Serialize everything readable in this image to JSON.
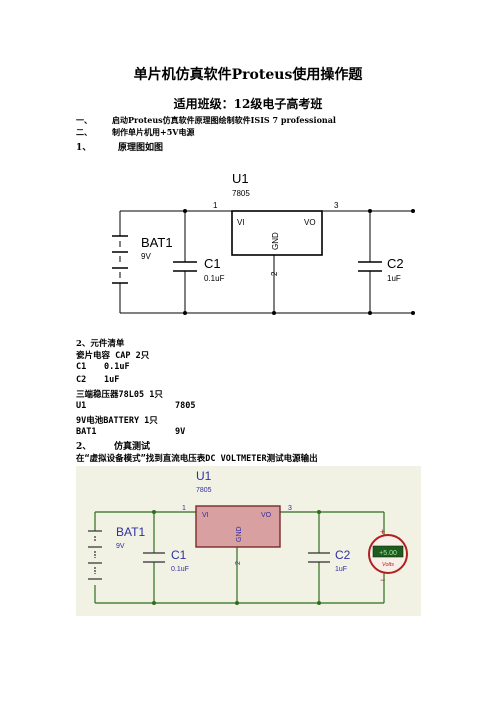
{
  "doc": {
    "title": "单片机仿真软件Proteus使用操作题",
    "subtitle": "适用班级：12级电子高考班",
    "steps": [
      {
        "num": "一、",
        "text": "启动Proteus仿真软件原理图绘制软件ISIS 7 professional"
      },
      {
        "num": "二、",
        "text": "制作单片机用+5V电源"
      },
      {
        "num": "1、",
        "text": "原理图如图"
      }
    ],
    "bom_heading": "2、元件清单",
    "bom": [
      {
        "text": "瓷片电容 CAP 2只"
      },
      {
        "c1": "C1",
        "c2": "0.1uF"
      },
      {
        "c1": "C2",
        "c2": "1uF"
      },
      {
        "text": "三端稳压器78L05 1只"
      },
      {
        "c1": "U1",
        "c2": "7805"
      },
      {
        "text": "9V电池BATTERY 1只"
      },
      {
        "c1": "BAT1",
        "c2": "9V"
      }
    ],
    "sim_heading": {
      "num": "2、",
      "text": "仿真测试"
    },
    "sim_text": "在“虚拟设备模式”找到直流电压表DC VOLTMETER测试电源输出"
  },
  "schematic": {
    "u1_label": "U1",
    "u1_value": "7805",
    "vi": "VI",
    "vo": "VO",
    "gnd": "GND",
    "pin1": "1",
    "pin2": "2",
    "pin3": "3",
    "bat_label": "BAT1",
    "bat_value": "9V",
    "c1_label": "C1",
    "c1_value": "0.1uF",
    "c2_label": "C2",
    "c2_value": "1uF"
  },
  "sim": {
    "voltmeter_reading": "+5.00",
    "voltmeter_unit": "Volts",
    "plus": "+",
    "minus": "−",
    "colors": {
      "background": "#f2f2e4",
      "wire": "#2d6e1f",
      "regulator": "#d8a0a0",
      "text": "#2f2fa0"
    }
  }
}
